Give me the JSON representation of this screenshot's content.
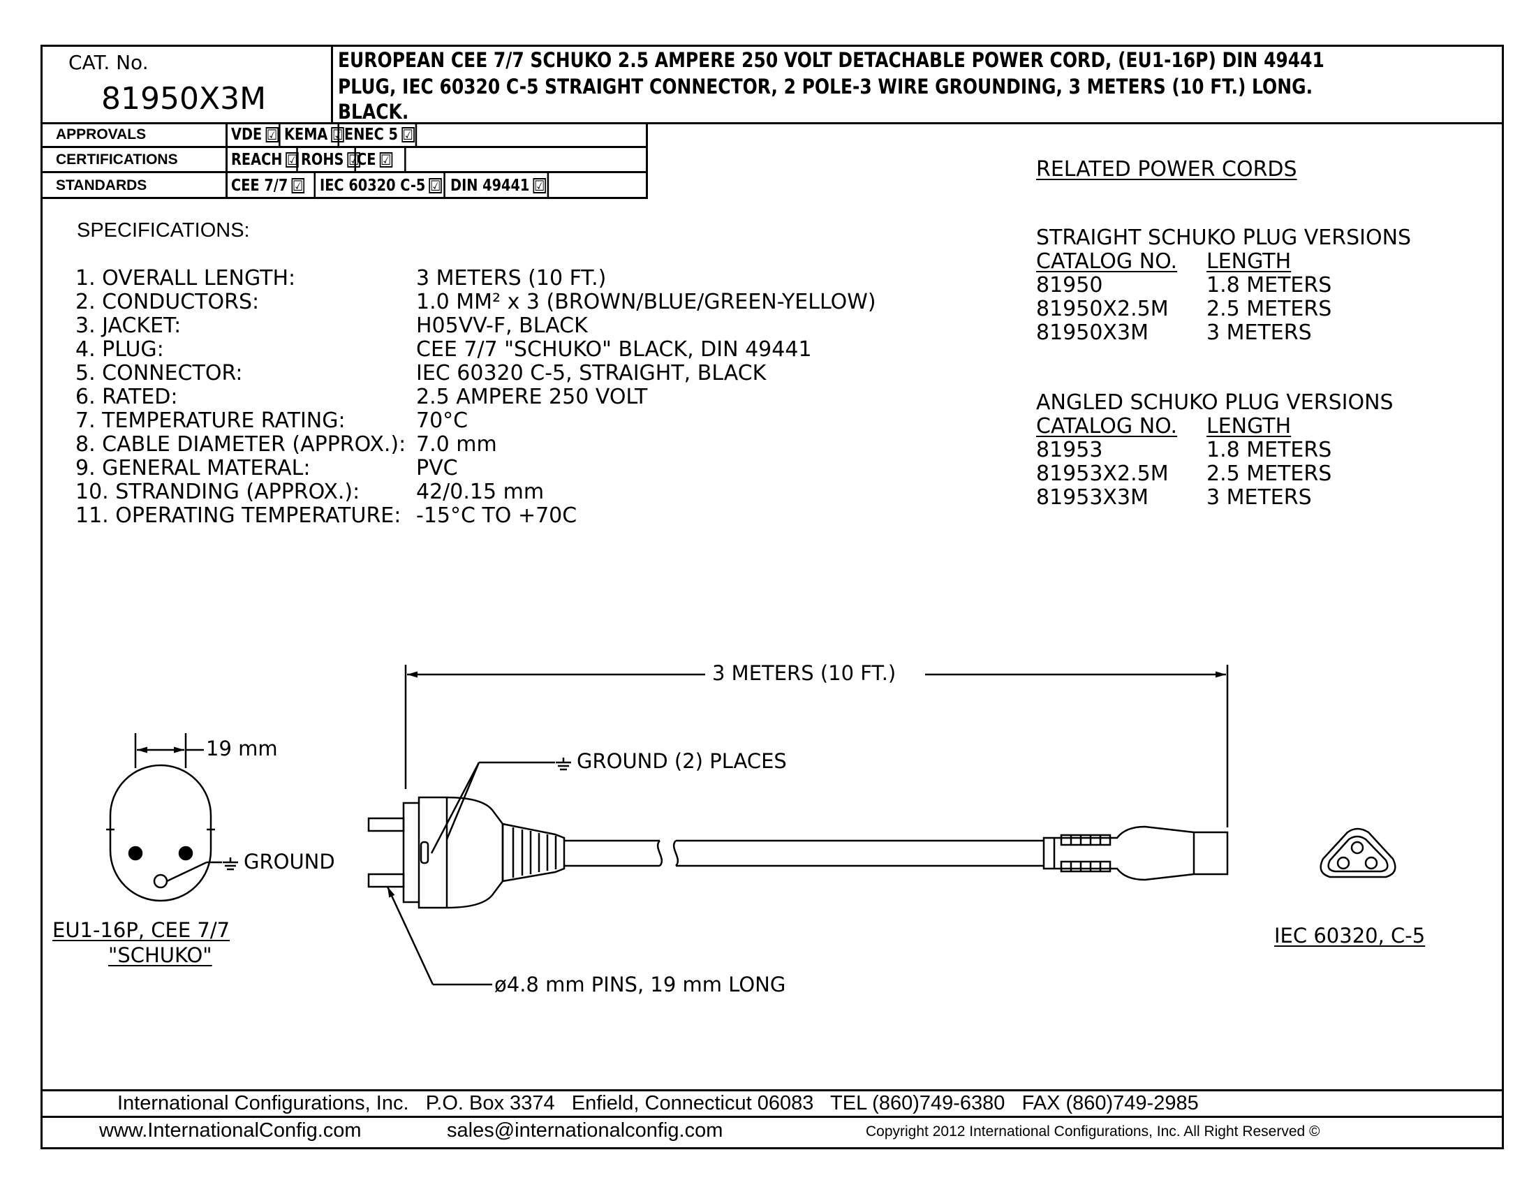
{
  "header": {
    "cat_label": "CAT. No.",
    "cat_number": "81950X3M",
    "description": [
      "EUROPEAN CEE 7/7 SCHUKO 2.5 AMPERE 250 VOLT DETACHABLE POWER CORD, (EU1-16P) DIN 49441",
      "PLUG, IEC 60320 C-5 STRAIGHT CONNECTOR, 2 POLE-3 WIRE GROUNDING, 3 METERS (10 FT.) LONG.",
      "BLACK."
    ]
  },
  "compliance": {
    "rows": [
      {
        "label": "APPROVALS",
        "items": [
          "VDE",
          "KEMA",
          "ENEC 5"
        ]
      },
      {
        "label": "CERTIFICATIONS",
        "items": [
          "REACH",
          "ROHS",
          "CE"
        ]
      },
      {
        "label": "STANDARDS",
        "items": [
          "CEE 7/7",
          "IEC 60320 C-5",
          "DIN 49441"
        ]
      }
    ],
    "check_glyph": "☑"
  },
  "specifications": {
    "title": "SPECIFICATIONS:",
    "items": [
      {
        "label": "1. OVERALL LENGTH:",
        "value": "3 METERS (10 FT.)"
      },
      {
        "label": "2. CONDUCTORS:",
        "value": "1.0 MM² x 3 (BROWN/BLUE/GREEN-YELLOW)"
      },
      {
        "label": "3. JACKET:",
        "value": "H05VV-F, BLACK"
      },
      {
        "label": "4. PLUG:",
        "value": "CEE 7/7 \"SCHUKO\" BLACK, DIN 49441"
      },
      {
        "label": "5. CONNECTOR:",
        "value": "IEC 60320 C-5, STRAIGHT, BLACK"
      },
      {
        "label": "6. RATED:",
        "value": "2.5 AMPERE 250 VOLT"
      },
      {
        "label": "7. TEMPERATURE RATING:",
        "value": "70°C"
      },
      {
        "label": "8. CABLE DIAMETER (APPROX.):",
        "value": "7.0 mm"
      },
      {
        "label": "9. GENERAL MATERAL:",
        "value": "PVC"
      },
      {
        "label": "10. STRANDING (APPROX.):",
        "value": "42/0.15 mm"
      },
      {
        "label": "11. OPERATING TEMPERATURE:",
        "value": "-15°C TO +70C"
      }
    ]
  },
  "related": {
    "title": "RELATED POWER CORDS",
    "groups": [
      {
        "title": "STRAIGHT SCHUKO PLUG VERSIONS",
        "col_catalog": "CATALOG NO.",
        "col_length": "LENGTH",
        "rows": [
          {
            "catalog": "81950",
            "length": "1.8 METERS"
          },
          {
            "catalog": "81950X2.5M",
            "length": "2.5 METERS"
          },
          {
            "catalog": "81950X3M",
            "length": "3 METERS"
          }
        ]
      },
      {
        "title": "ANGLED SCHUKO PLUG VERSIONS",
        "col_catalog": "CATALOG NO.",
        "col_length": "LENGTH",
        "rows": [
          {
            "catalog": "81953",
            "length": "1.8 METERS"
          },
          {
            "catalog": "81953X2.5M",
            "length": "2.5 METERS"
          },
          {
            "catalog": "81953X3M",
            "length": "3 METERS"
          }
        ]
      }
    ]
  },
  "drawing": {
    "length_dim": "3 METERS (10 FT.)",
    "pin_spacing": "19 mm",
    "ground_label": "GROUND",
    "ground_places": "GROUND (2) PLACES",
    "pins_note": "ø4.8 mm PINS, 19 mm LONG",
    "plug_caption_1": "EU1-16P, CEE 7/7",
    "plug_caption_2": "\"SCHUKO\"",
    "connector_caption": "IEC 60320, C-5"
  },
  "footer": {
    "company_line": "International Configurations, Inc.   P.O. Box 3374   Enfield, Connecticut 06083   TEL (860)749-6380   FAX (860)749-2985",
    "website": "www.InternationalConfig.com",
    "email": "sales@internationalconfig.com",
    "copyright": "Copyright 2012 International Configurations, Inc. All Right Reserved ©"
  }
}
